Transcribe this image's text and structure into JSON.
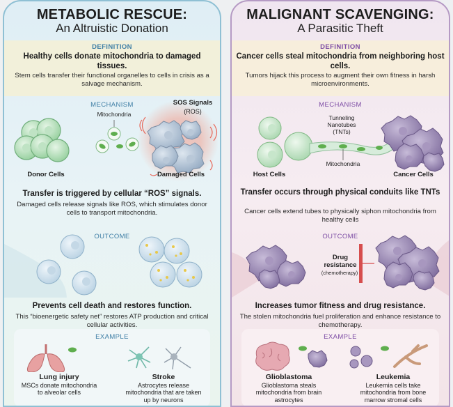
{
  "left": {
    "title": "METABOLIC RESCUE:",
    "subtitle": "An Altruistic Donation",
    "definition_label": "DEFINITION",
    "definition_heading": "Healthy cells donate mitochondria to damaged tissues.",
    "definition_text": "Stem cells transfer their functional organelles to cells in crisis as a salvage mechanism.",
    "mechanism_label": "MECHANISM",
    "mito_label": "Mitochondria",
    "sos_label": "SOS Signals",
    "ros_label": "(ROS)",
    "donor_label": "Donor Cells",
    "damaged_label": "Damaged Cells",
    "mechanism_heading": "Transfer is triggered by cellular “ROS” signals.",
    "mechanism_text": "Damaged cells release signals like ROS, which stimulates donor cells to transport mitochondria.",
    "outcome_label": "OUTCOME",
    "outcome_heading": "Prevents cell death and restores function.",
    "outcome_text": "This “bioenergetic safety net” restores ATP production and critical cellular activities.",
    "example_label": "EXAMPLE",
    "ex1_title": "Lung injury",
    "ex1_text": "MSCs donate mitochondria to alveolar cells",
    "ex2_title": "Stroke",
    "ex2_text": "Astrocytes release mitochondria that are taken up by neurons"
  },
  "right": {
    "title": "MALIGNANT SCAVENGING:",
    "subtitle": "A Parasitic Theft",
    "definition_label": "DEFINITION",
    "definition_heading": "Cancer cells steal mitochondria from neighboring host cells.",
    "definition_text": "Tumors hijack this process to augment their own fitness in harsh microenvironments.",
    "mechanism_label": "MECHANISM",
    "tnt_label_1": "Tunneling",
    "tnt_label_2": "Nanotubes",
    "tnt_label_3": "(TNTs)",
    "mito_label": "Mitochondria",
    "host_label": "Host Cells",
    "cancer_label": "Cancer Cells",
    "mechanism_heading": "Transfer occurs through physical conduits like TNTs",
    "mechanism_text": "Cancer cells extend tubes to physically siphon mitochondria from healthy cells",
    "outcome_label": "OUTCOME",
    "drug_label_1": "Drug",
    "drug_label_2": "resistance",
    "drug_label_3": "(chemotherapy)",
    "outcome_heading": "Increases tumor fitness and drug resistance.",
    "outcome_text": "The stolen mitochondria fuel proliferation and enhance resistance to chemotherapy.",
    "example_label": "EXAMPLE",
    "ex1_title": "Glioblastoma",
    "ex1_text": "Glioblastoma steals mitochondria from brain astrocytes",
    "ex2_title": "Leukemia",
    "ex2_text": "Leukemia cells take mitochondria from bone marrow stromal cells"
  },
  "colors": {
    "left_accent": "#3e7ea5",
    "right_accent": "#7d4ca4",
    "donor_cell": "#a9d8b0",
    "damaged_cell": "#a9bccd",
    "cancer_cell": "#8c7ba6",
    "mitochondria": "#5fae4e",
    "ros_glow": "#e8685a",
    "drug_bar": "#d64d4d"
  }
}
